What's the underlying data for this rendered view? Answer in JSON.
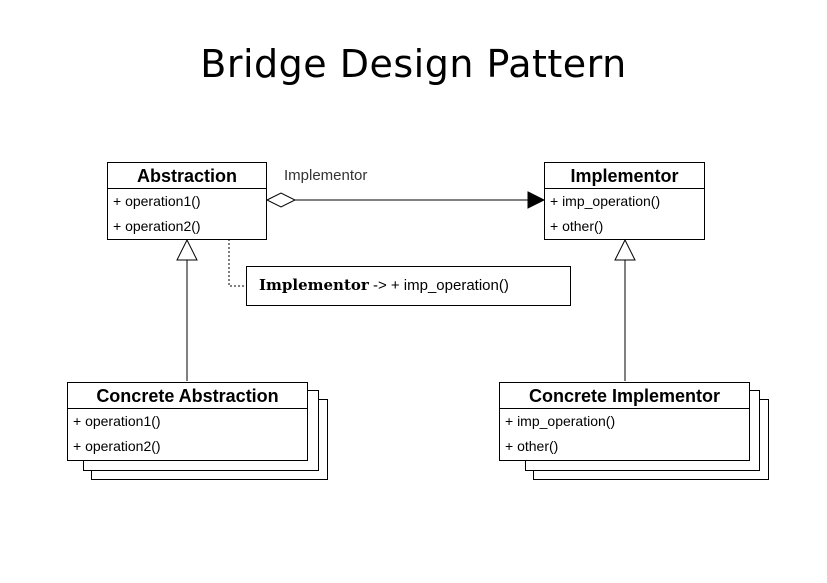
{
  "title": "Bridge Design Pattern",
  "association_label": "Implementor",
  "abstraction": {
    "name": "Abstraction",
    "ops": [
      "+ operation1()",
      "+ operation2()"
    ]
  },
  "implementor": {
    "name": "Implementor",
    "ops": [
      "+ imp_operation()",
      "+ other()"
    ]
  },
  "concrete_abstraction": {
    "name": "Concrete Abstraction",
    "ops": [
      "+ operation1()",
      "+ operation2()"
    ]
  },
  "concrete_implementor": {
    "name": "Concrete Implementor",
    "ops": [
      "+ imp_operation()",
      "+ other()"
    ]
  },
  "note": {
    "bold": "Implementor",
    "rest": " -> + imp_operation()"
  }
}
